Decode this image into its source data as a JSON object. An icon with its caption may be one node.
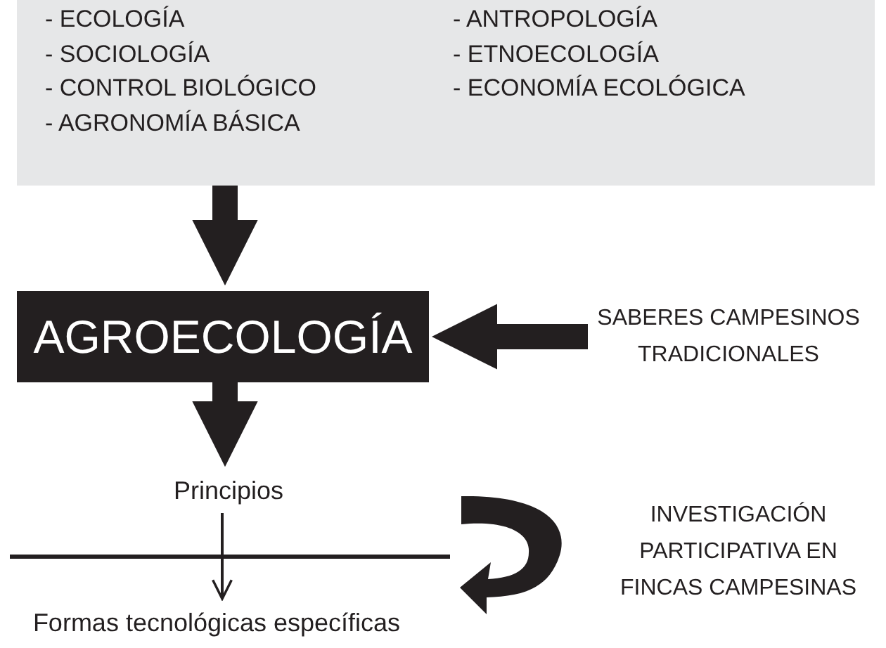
{
  "diagram": {
    "nodes": [
      {
        "text": [
          "- ECOLOGÍA",
          "- SOCIOLOGÍA",
          "- CONTROL BIOLÓGICO",
          "- AGRONOMÍA BÁSICA",
          "- ANTROPOLOGÍA",
          "- ETNOECOLOGÍA",
          "- ECONOMÍA ECOLÓGICA"
        ]
      },
      {
        "text": [
          "AGROECOLOGÍA"
        ]
      },
      {
        "text": [
          "SABERES CAMPESINOS TRADICIONALES"
        ]
      },
      {
        "text": [
          "Principios"
        ]
      },
      {
        "text": [
          "Formas tecnológicas específicas"
        ]
      },
      {
        "text": [
          "INVESTIGACIÓN PARTICIPATIVA EN FINCAS CAMPESINAS"
        ]
      }
    ],
    "edges": [
      {
        "from": 0,
        "to": 1,
        "arrow": "to"
      },
      {
        "from": 2,
        "to": 1,
        "arrow": "to"
      },
      {
        "from": 1,
        "to": 3,
        "arrow": "to"
      },
      {
        "from": 3,
        "to": 4,
        "arrow": "to"
      }
    ]
  }
}
